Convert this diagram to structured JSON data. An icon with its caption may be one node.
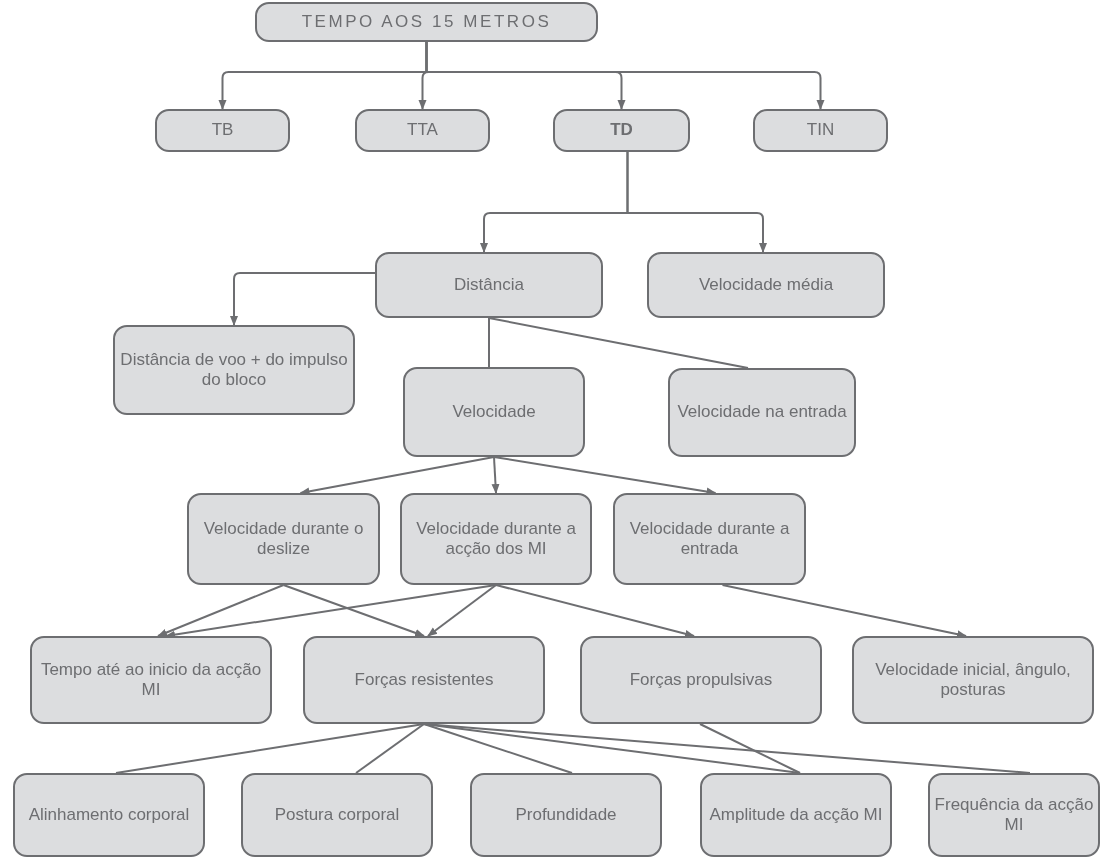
{
  "diagram": {
    "nodes": [
      {
        "text": [
          "TEMPO AOS 15 METROS"
        ]
      },
      {
        "text": [
          "TB"
        ]
      },
      {
        "text": [
          "TTA"
        ]
      },
      {
        "text": [
          "TD"
        ]
      },
      {
        "text": [
          "TIN"
        ]
      },
      {
        "text": [
          "Distância"
        ]
      },
      {
        "text": [
          "Velocidade média"
        ]
      },
      {
        "text": [
          "Distância de voo + do impulso do bloco"
        ]
      },
      {
        "text": [
          "Velocidade"
        ]
      },
      {
        "text": [
          "Velocidade na entrada"
        ]
      },
      {
        "text": [
          "Velocidade durante o deslize"
        ]
      },
      {
        "text": [
          "Velocidade durante a acção dos MI"
        ]
      },
      {
        "text": [
          "Velocidade durante a entrada"
        ]
      },
      {
        "text": [
          "Tempo até ao inicio da acção MI"
        ]
      },
      {
        "text": [
          "Forças resistentes"
        ]
      },
      {
        "text": [
          "Forças propulsivas"
        ]
      },
      {
        "text": [
          "Velocidade inicial, ângulo, posturas"
        ]
      },
      {
        "text": [
          "Alinhamento corporal"
        ]
      },
      {
        "text": [
          "Postura corporal"
        ]
      },
      {
        "text": [
          "Profundidade"
        ]
      },
      {
        "text": [
          "Amplitude da acção MI"
        ]
      },
      {
        "text": [
          "Frequência da acção MI"
        ]
      }
    ],
    "edges": [
      {
        "from": 0,
        "to": 1,
        "arrow": "to"
      },
      {
        "from": 0,
        "to": 2,
        "arrow": "to"
      },
      {
        "from": 0,
        "to": 3,
        "arrow": "to"
      },
      {
        "from": 0,
        "to": 4,
        "arrow": "to"
      },
      {
        "from": 3,
        "to": 5,
        "arrow": "to"
      },
      {
        "from": 3,
        "to": 6,
        "arrow": "to"
      },
      {
        "from": 5,
        "to": 7,
        "arrow": "to"
      },
      {
        "from": 5,
        "to": 8,
        "arrow": "none"
      },
      {
        "from": 5,
        "to": 9,
        "arrow": "none"
      },
      {
        "from": 8,
        "to": 10,
        "arrow": "to"
      },
      {
        "from": 8,
        "to": 11,
        "arrow": "to"
      },
      {
        "from": 8,
        "to": 12,
        "arrow": "to"
      },
      {
        "from": 10,
        "to": 13,
        "arrow": "to"
      },
      {
        "from": 10,
        "to": 14,
        "arrow": "to"
      },
      {
        "from": 11,
        "to": 13,
        "arrow": "to"
      },
      {
        "from": 11,
        "to": 14,
        "arrow": "to"
      },
      {
        "from": 11,
        "to": 15,
        "arrow": "to"
      },
      {
        "from": 12,
        "to": 16,
        "arrow": "to"
      },
      {
        "from": 14,
        "to": 17,
        "arrow": "none"
      },
      {
        "from": 14,
        "to": 18,
        "arrow": "none"
      },
      {
        "from": 14,
        "to": 19,
        "arrow": "none"
      },
      {
        "from": 14,
        "to": 20,
        "arrow": "none"
      },
      {
        "from": 14,
        "to": 21,
        "arrow": "none"
      },
      {
        "from": 15,
        "to": 20,
        "arrow": "none"
      }
    ]
  }
}
